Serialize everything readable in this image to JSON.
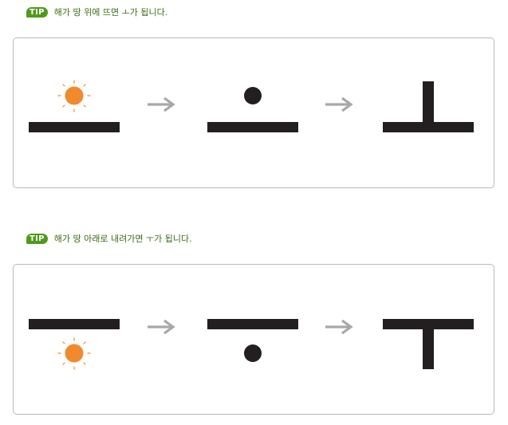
{
  "colors": {
    "tip_badge": "#4f9a1c",
    "tip_text": "#3d6b14",
    "stroke": "#231f20",
    "sun": "#f08a2c",
    "sun_rays": "#f08a2c",
    "arrow": "#a8a8a8"
  },
  "tips": [
    {
      "badge": "TIP",
      "text": "해가 땅 위에 뜨면 ㅗ가 됩니다."
    },
    {
      "badge": "TIP",
      "text": "해가 땅 아래로 내려가면 ㅜ가 됩니다."
    }
  ],
  "panels": [
    {
      "steps": [
        "sun-above-ground",
        "dot-above-ground",
        "letter-o"
      ],
      "result_letter": "ㅗ"
    },
    {
      "steps": [
        "sun-below-ground",
        "dot-below-ground",
        "letter-u"
      ],
      "result_letter": "ㅜ"
    }
  ]
}
